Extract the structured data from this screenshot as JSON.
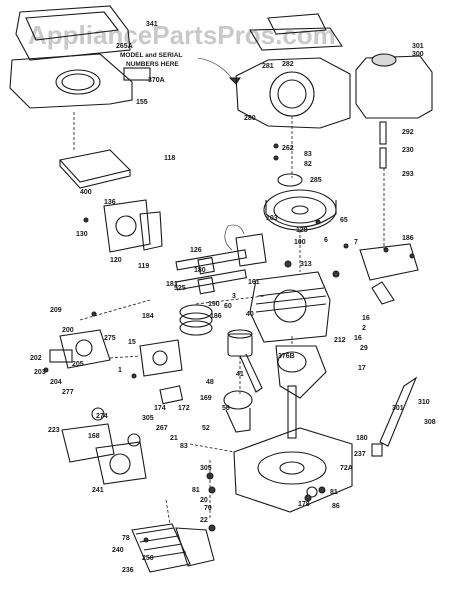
{
  "watermark": "AppliancePartsPros.com",
  "callout": {
    "line1": "MODEL and SERIAL",
    "line2": "NUMBERS HERE"
  },
  "part_numbers": [
    "341",
    "265A",
    "370A",
    "155",
    "280",
    "301",
    "300",
    "281",
    "282",
    "292",
    "230",
    "293",
    "262",
    "83",
    "82",
    "285",
    "65",
    "400",
    "118",
    "136",
    "130",
    "120",
    "119",
    "103",
    "100",
    "128",
    "6",
    "7",
    "186",
    "126",
    "180",
    "181",
    "313",
    "525",
    "161",
    "190",
    "186",
    "184",
    "60",
    "40",
    "3",
    "376B",
    "209",
    "200",
    "275",
    "15",
    "16",
    "2",
    "16",
    "29",
    "212",
    "202",
    "205",
    "203",
    "204",
    "277",
    "1",
    "41",
    "48",
    "56",
    "17",
    "172",
    "174",
    "169",
    "310",
    "301",
    "308",
    "223",
    "274",
    "168",
    "305",
    "267",
    "52",
    "21",
    "305",
    "72A",
    "180",
    "237",
    "83",
    "81",
    "20",
    "70",
    "81",
    "86",
    "22",
    "178",
    "241",
    "78",
    "240",
    "250",
    "236"
  ]
}
